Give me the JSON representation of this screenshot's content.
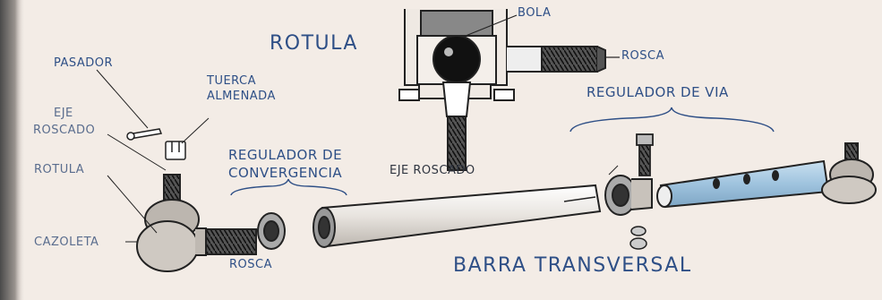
{
  "labels": {
    "rotula_title": "ROTULA",
    "bola": "BOLA",
    "rosca_top": "ROSCA",
    "eje_roscado_top": "EJE ROSCADO",
    "regulador_via": "REGULADOR DE VIA",
    "pasador": "PASADOR",
    "tuerca_line1": "TUERCA",
    "tuerca_line2": "ALMENADA",
    "eje_line1": "EJE",
    "eje_line2": "ROSCADO",
    "rotula_side": "ROTULA",
    "regulador_conv_line1": "REGULADOR DE",
    "regulador_conv_line2": "CONVERGENCIA",
    "cazoleta": "CAZOLETA",
    "rosca_bottom": "ROSCA",
    "barra_transversal": "BARRA TRANSVERSAL"
  },
  "colors": {
    "background": "#f3ece6",
    "label_blue": "#2e4f86",
    "metal_grey": "#b8b3ad",
    "outline": "#222222",
    "highlight_blue": "#9fc3de"
  }
}
